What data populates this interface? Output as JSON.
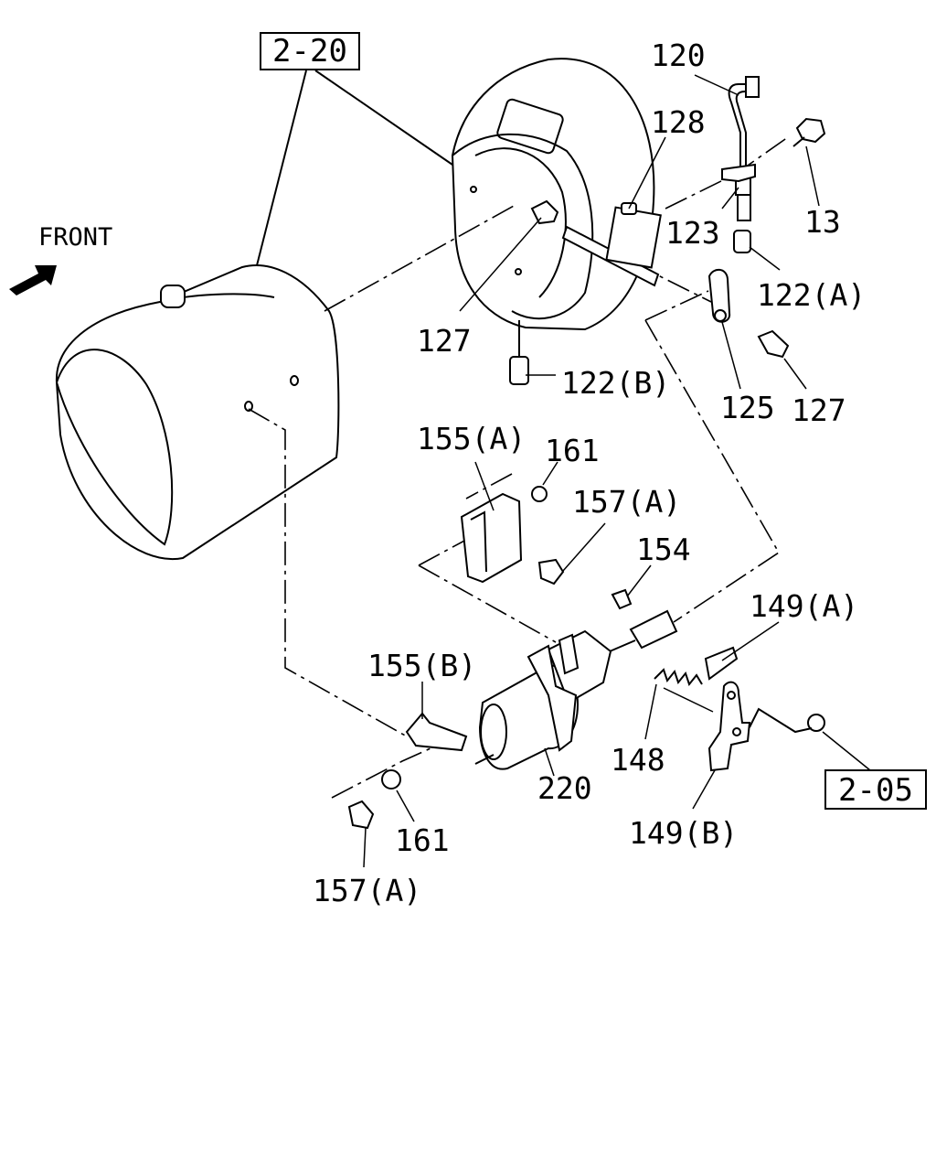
{
  "references": {
    "top_left": "2-20",
    "bottom_right": "2-05"
  },
  "front_marker": {
    "label": "FRONT",
    "icon": "front-arrow-icon"
  },
  "part_labels": {
    "p120": "120",
    "p128": "128",
    "p13": "13",
    "p123": "123",
    "p122a": "122(A)",
    "p127_left": "127",
    "p122b": "122(B)",
    "p125": "125",
    "p127_right": "127",
    "p155a": "155(A)",
    "p161_top": "161",
    "p157a_top": "157(A)",
    "p154": "154",
    "p149a": "149(A)",
    "p155b": "155(B)",
    "p220": "220",
    "p148": "148",
    "p149b": "149(B)",
    "p161_bottom": "161",
    "p157a_bottom": "157(A)"
  }
}
